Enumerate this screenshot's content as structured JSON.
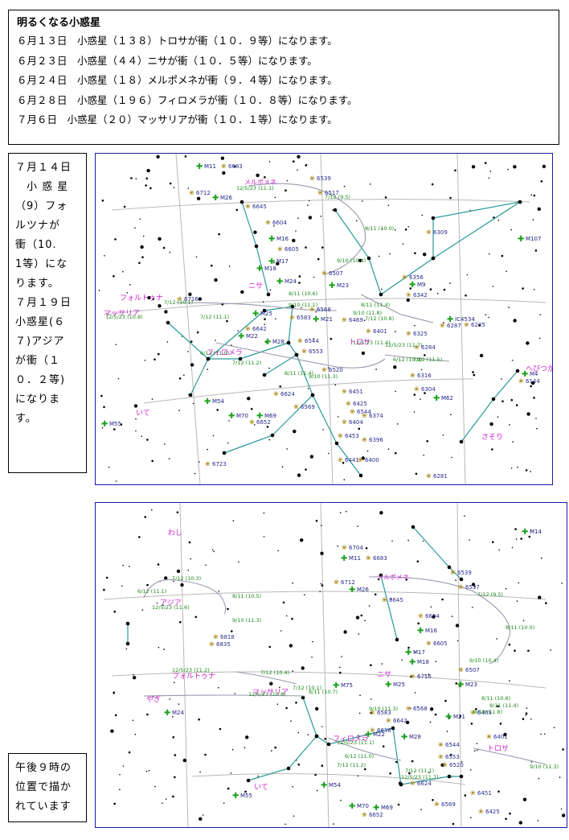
{
  "header": {
    "title": "明るくなる小惑星",
    "lines": [
      "６月１３日　小惑星（１３８）トロサが衝（１０．９等）になります。",
      "６月２３日　小惑星（４４）ニサが衝（１０．５等）になります。",
      "６月２４日　小惑星（１８）メルポメネが衝（９．４等）になります。",
      "６月２８日　小惑星（１９６）フィロメラが衝（１０．８等）になります。",
      "７月６日　小惑星（２０）マッサリアが衝（１０．１等）になります。"
    ]
  },
  "side_note": {
    "lines": [
      "７月１４日",
      "小 惑 星",
      "（9）フォ",
      "ルツナが",
      "衝（10.",
      "1等）にな",
      "ります。",
      "７月１９日",
      "小惑星(６",
      "７)アジア",
      "が衝（１",
      "０．２等)",
      "になりま",
      "す。"
    ]
  },
  "bottom_note": {
    "lines": [
      "午後９時の",
      "位置で描か",
      "れています"
    ]
  },
  "colors": {
    "grid": "#b8b8b8",
    "constellation": "#2a9a9a",
    "track": "#9a9ab0",
    "star": "#000000",
    "cluster": "#1aa01a",
    "galaxy_label": "#1a1aa8",
    "planet_label": "#1a8a1a",
    "constellation_name": "#cc22cc",
    "asteroid_name": "#cc22cc",
    "map_border": "#1a1aa8"
  },
  "map1": {
    "constellation_names": [
      "いて",
      "さそり",
      "へびつかい"
    ],
    "asteroid_names": [
      "フォルトゥナ",
      "マッサリア",
      "フィロメラ",
      "トロサ",
      "ニサ",
      "メルポメネ"
    ],
    "object_labels": [
      "M11",
      "6683",
      "6539",
      "6712",
      "6517",
      "M26",
      "6645",
      "6604",
      "M16",
      "6605",
      "M107",
      "6309",
      "M17",
      "M18",
      "6507",
      "M24",
      "M23",
      "6356",
      "M9",
      "6342",
      "6716",
      "M25",
      "6568",
      "6583",
      "M21",
      "6469",
      "IC4534",
      "6287",
      "6235",
      "6642",
      "6401",
      "6325",
      "M22",
      "M28",
      "6544",
      "6553",
      "6284",
      "6520",
      "6316",
      "6304",
      "6451",
      "M54",
      "6624",
      "M62",
      "M70",
      "M69",
      "6569",
      "6425",
      "6652",
      "6544",
      "6404",
      "6374",
      "M55",
      "6453",
      "6396",
      "6441",
      "6400",
      "6723",
      "6281",
      "M4",
      "6144"
    ],
    "date_labels": [
      "12/5/23 (11.1)",
      "7/12 (9.5)",
      "8/11 (10.0)",
      "9/10 (10.4)",
      "7/12 (10.1)",
      "8/11 (10.6)",
      "9/10 (11.1)",
      "12/5/23 (10.8)",
      "7/12 (11.1)",
      "8/11 (11.4)",
      "9/10 (11.8)",
      "7/12 (10.8)",
      "12/5/23 (11.4)",
      "6/12 (11.0)",
      "7/12 (11.2)",
      "8/11 (11.4)",
      "9/10 (11.3)",
      "12/5/23 (11.7)",
      "6/12 (10.9)",
      "7/12 (11.5)"
    ]
  },
  "map2": {
    "constellation_names": [
      "わし",
      "やぎ",
      "いて"
    ],
    "asteroid_names": [
      "アジア",
      "フォルトゥナ",
      "マッサリア",
      "フィロメラ",
      "メルポメネ",
      "ニサ",
      "トロサ"
    ],
    "object_labels": [
      "M14",
      "6704",
      "M11",
      "6683",
      "6539",
      "6712",
      "6517",
      "M26",
      "6645",
      "6604",
      "M16",
      "6605",
      "6818",
      "6835",
      "M17",
      "M18",
      "6507",
      "M24",
      "M75",
      "6716",
      "M23",
      "M25",
      "6568",
      "6583",
      "M21",
      "6469",
      "6642",
      "6638",
      "M22",
      "M28",
      "6544",
      "6553",
      "6401",
      "6520",
      "6624",
      "6451",
      "M54",
      "6569",
      "M70",
      "M69",
      "6652",
      "6425",
      "M55"
    ],
    "date_labels": [
      "7/12 (10.3)",
      "6/12 (11.1)",
      "12/5/23 (11.6)",
      "8/11 (10.5)",
      "9/10 (11.3)",
      "12/5/23 (11.2)",
      "7/12 (10.4)",
      "7/12 (9.5)",
      "8/11 (10.0)",
      "9/10 (10.4)",
      "12/5/23 (10.8)",
      "7/12 (10.1)",
      "8/11 (10.7)",
      "9/10 (11.3)",
      "8/11 (10.6)",
      "8/11 (11.4)",
      "9/10 (11.8)",
      "12/5/23 (11.1)",
      "6/12 (11.0)",
      "7/12 (11.2)",
      "7/12 (11.1)",
      "12/5/23 (11.7)",
      "9/10 (11.3)"
    ]
  }
}
